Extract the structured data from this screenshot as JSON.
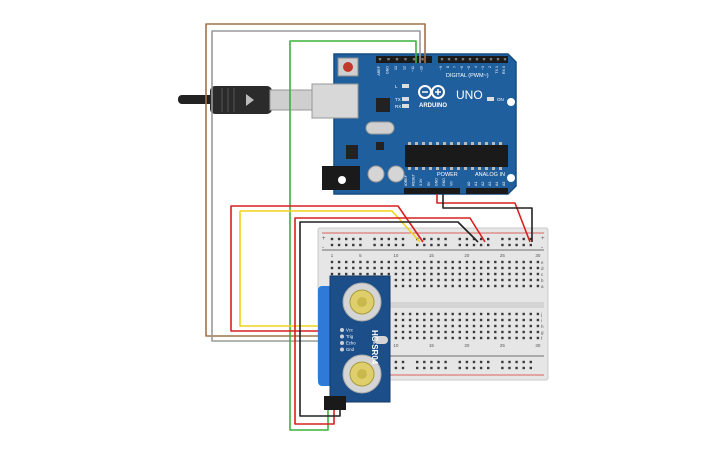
{
  "arduino": {
    "brand": "ARDUINO",
    "model": "UNO",
    "digital_label": "DIGITAL (PWM~)",
    "power_label": "POWER",
    "analog_label": "ANALOG IN",
    "on_label": "ON",
    "tx_label": "TX",
    "rx_label": "RX",
    "l_label": "L",
    "header_top": [
      "AREF",
      "GND",
      "13",
      "12",
      "~11",
      "~10",
      "~9",
      "8",
      "7",
      "~6",
      "~5",
      "4",
      "~3",
      "2",
      "TX 1",
      "RX 0"
    ],
    "header_power": [
      "IOREF",
      "RESET",
      "3.3V",
      "5V",
      "GND",
      "GND",
      "Vin"
    ],
    "header_analog": [
      "A0",
      "A1",
      "A2",
      "A3",
      "A4",
      "A5"
    ]
  },
  "sensor": {
    "model": "HC-SR04",
    "pins": [
      "Vcc",
      "Trig",
      "Echo",
      "Gnd"
    ]
  },
  "breadboard": {
    "column_numbers": [
      "1",
      "5",
      "10",
      "15",
      "20",
      "25",
      "30"
    ],
    "row_letters": [
      "a",
      "b",
      "c",
      "d",
      "e",
      "f",
      "g",
      "h",
      "i",
      "j"
    ],
    "plus": "+",
    "minus": "-"
  },
  "colors": {
    "pcb": "#1f5f9e",
    "breadboard": "#e4e4e4",
    "sensor_pcb": "#1c4f8a",
    "wire_brown": "#a0724a",
    "wire_gray": "#9a9a9a",
    "wire_green": "#3ab33a",
    "wire_red": "#d82020",
    "wire_yellow": "#f2d21a",
    "wire_black": "#222222"
  }
}
